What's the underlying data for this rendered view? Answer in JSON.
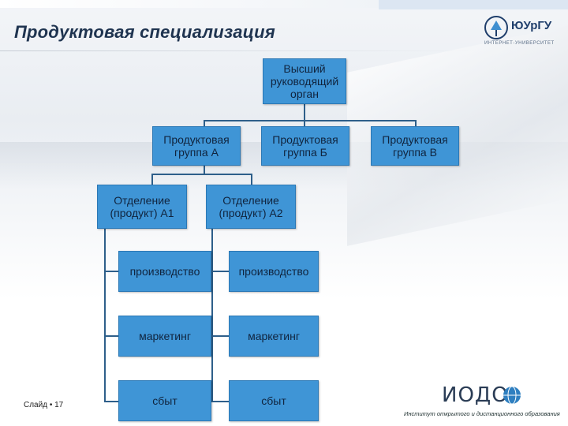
{
  "header": {
    "title": "Продуктовая специализация",
    "logo_text": "ЮУрГУ",
    "logo_sub": "ИНТЕРНЕТ-УНИВЕРСИТЕТ"
  },
  "org_chart": {
    "top": "Высший руководящий орган",
    "groups": [
      "Продуктовая группа А",
      "Продуктовая группа Б",
      "Продуктовая группа В"
    ],
    "divisions": [
      "Отделение (продукт) А1",
      "Отделение (продукт) А2"
    ],
    "functions_a1": [
      "производство",
      "маркетинг",
      "сбыт"
    ],
    "functions_a2": [
      "производство",
      "маркетинг",
      "сбыт"
    ]
  },
  "footer": {
    "slide_label": "Слайд • 17",
    "institute_logo": "ИОДО",
    "institute_caption": "Институт открытого и дистанционного образования"
  },
  "colors": {
    "box_fill": "#3f95d6",
    "line": "#2e5f8a",
    "title": "#1f3450"
  }
}
